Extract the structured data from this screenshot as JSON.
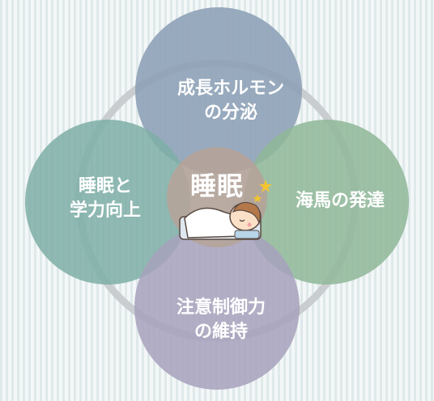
{
  "diagram": {
    "center": {
      "label": "睡眠"
    },
    "nodes": {
      "top": {
        "lines": [
          "成長ホルモン",
          "の分泌"
        ],
        "color": "#8c9fb6"
      },
      "left": {
        "lines": [
          "睡眠と",
          "学力向上"
        ],
        "color": "#7eafa6"
      },
      "right": {
        "lines": [
          "海馬の発達"
        ],
        "color": "#8fb898"
      },
      "bottom": {
        "lines": [
          "注意制御力",
          "の維持"
        ],
        "color": "#a7a2bd"
      }
    },
    "center_color": "#b4a49a",
    "ring_color": "#c9cdd0",
    "illustration": "sleeping-child-icon"
  }
}
